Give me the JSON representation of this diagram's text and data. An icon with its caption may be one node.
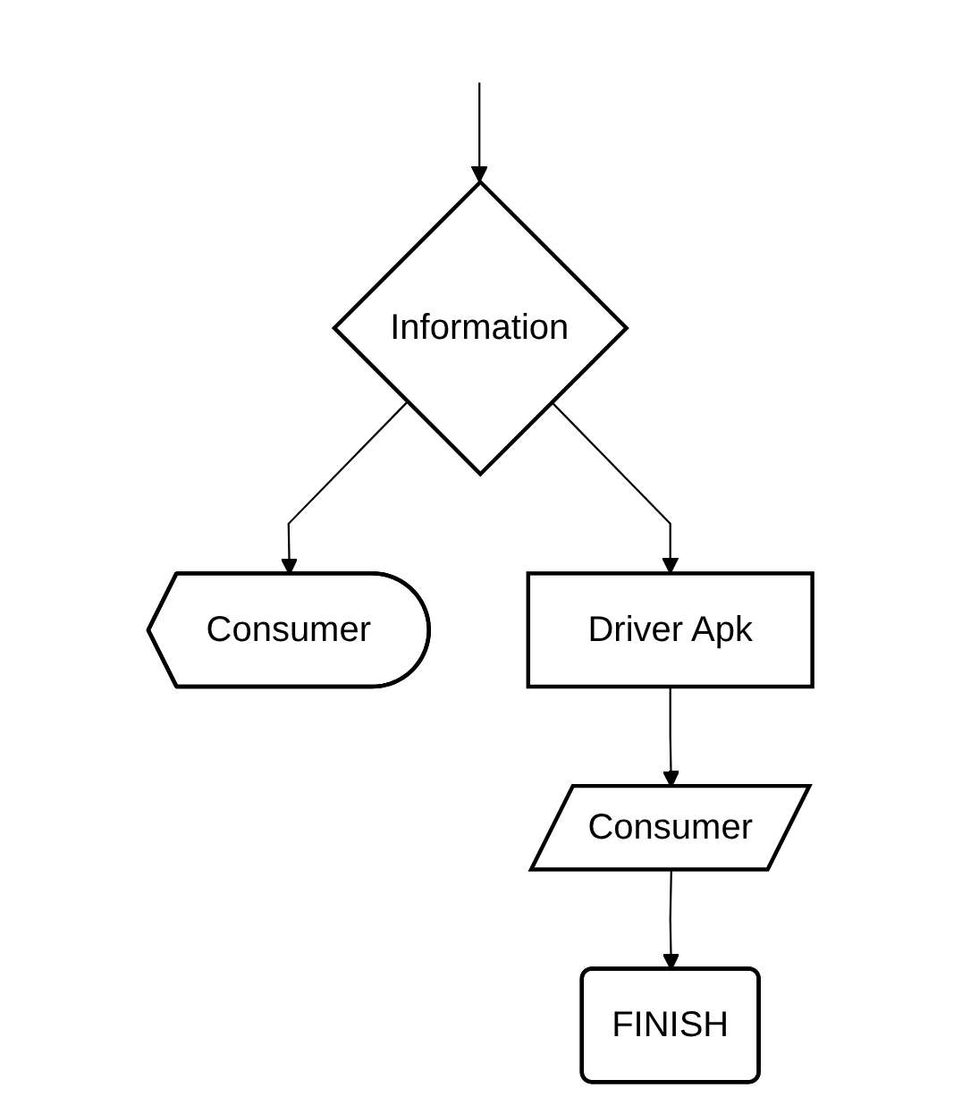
{
  "diagram": {
    "nodes": [
      {
        "text": [
          "Information"
        ]
      },
      {
        "text": [
          "Consumer"
        ]
      },
      {
        "text": [
          "Driver Apk"
        ]
      },
      {
        "text": [
          "Consumer"
        ]
      },
      {
        "text": [
          "FINISH"
        ]
      }
    ],
    "edges": [
      {
        "from": null,
        "to": 0,
        "arrow": "to"
      },
      {
        "from": 0,
        "to": 1,
        "arrow": "to"
      },
      {
        "from": 0,
        "to": 2,
        "arrow": "to"
      },
      {
        "from": 2,
        "to": 3,
        "arrow": "to"
      },
      {
        "from": 3,
        "to": 4,
        "arrow": "to"
      }
    ]
  }
}
